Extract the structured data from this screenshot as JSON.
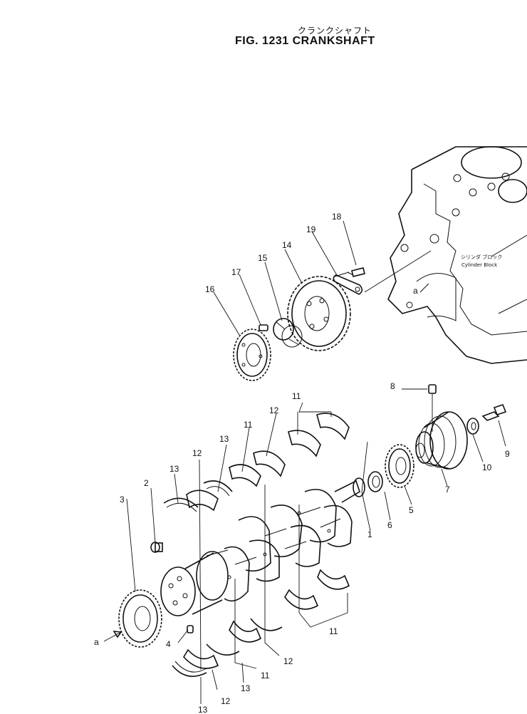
{
  "figure": {
    "title_jp": "クランクシャフト",
    "title_en": "FIG. 1231   CRANKSHAFT"
  },
  "block_label": {
    "jp": "シリンダ ブロック",
    "en": "Cylinder  Block"
  },
  "callouts": {
    "n1": "1",
    "n2": "2",
    "n3": "3",
    "n4": "4",
    "n5": "5",
    "n6": "6",
    "n7": "7",
    "n8": "8",
    "n9": "9",
    "n10": "10",
    "n11a": "11",
    "n11b": "11",
    "n11c": "11",
    "n11d": "11",
    "n12a": "12",
    "n12b": "12",
    "n12c": "12",
    "n12d": "12",
    "n13a": "13",
    "n13b": "13",
    "n13c": "13",
    "n13d": "13",
    "n14": "14",
    "n15": "15",
    "n16": "16",
    "n17": "17",
    "n18": "18",
    "n19": "19",
    "ra": "a",
    "rb": "a"
  }
}
